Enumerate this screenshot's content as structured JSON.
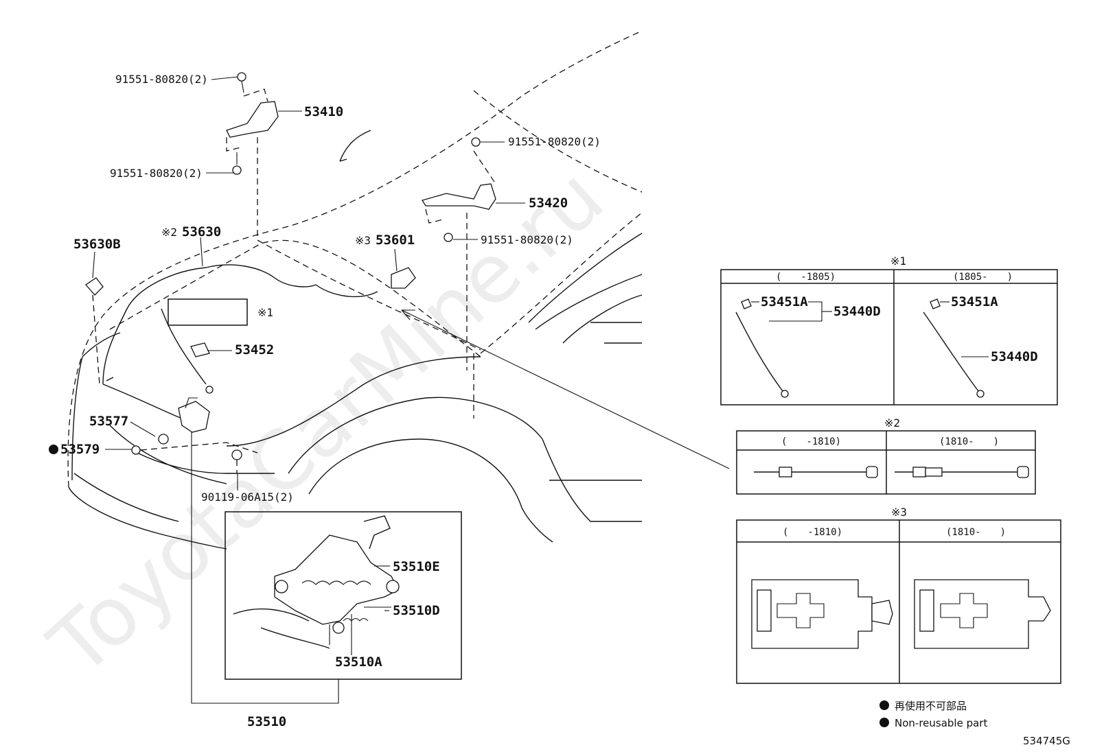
{
  "watermark": "ToyotaCarMine.ru",
  "part_labels": {
    "p53410": "53410",
    "bolt_top1": "91551-80820(2)",
    "bolt_top2": "91551-80820(2)",
    "p53420": "53420",
    "bolt_r1": "91551-80820(2)",
    "bolt_r2": "91551-80820(2)",
    "p53630b": "53630B",
    "p53630_mark": "※2",
    "p53630": "53630",
    "p53601_mark": "※3",
    "p53601": "53601",
    "ref1_mark": "※1",
    "p53452": "53452",
    "p53577": "53577",
    "p53579": "53579",
    "bolt_lower": "90119-06A15(2)",
    "p53510E": "53510E",
    "p53510D": "53510D",
    "p53510A": "53510A",
    "p53510": "53510"
  },
  "box1": {
    "mark": "※1",
    "left_header": "(　　-1805)",
    "right_header": "(1805-　　)",
    "left_a": "53451A",
    "left_b": "53440D",
    "right_a": "53451A",
    "right_b": "53440D"
  },
  "box2": {
    "mark": "※2",
    "left_header": "(　　-1810)",
    "right_header": "(1810-　　)"
  },
  "box3": {
    "mark": "※3",
    "left_header": "(　　-1810)",
    "right_header": "(1810-　　)"
  },
  "legend": {
    "jp": "再使用不可部品",
    "en": "Non-reusable part"
  },
  "figure_code": "534745G"
}
